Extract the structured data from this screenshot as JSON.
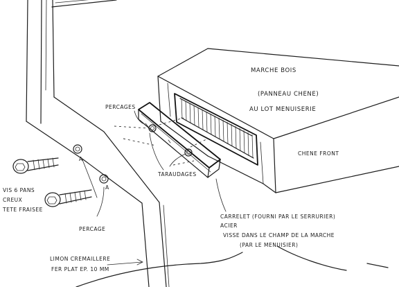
{
  "labels": {
    "step": {
      "line1": "MARCHE BOIS",
      "line2": "(PANNEAU CHENE)",
      "line3": "AU LOT MENUISERIE"
    },
    "front": "CHENE FRONT",
    "drilling_top": "PERCAGES",
    "tapping": "TARAUDAGES",
    "screws": {
      "line1": "VIS 6 PANS",
      "line2": "CREUX",
      "line3": "TETE FRAISEE"
    },
    "drilling_bottom": "PERCAGE",
    "stringer": {
      "line1": "LIMON CREMAILLERE",
      "line2": "FER PLAT EP. 10 MM"
    },
    "bracket": {
      "line1": "CARRELET (FOURNI PAR LE SERRURIER)",
      "line2": "ACIER",
      "line3": "VISSE DANS LE CHAMP DE LA MARCHE",
      "line4": "(PAR LE MENUISIER)"
    },
    "marker_a1": "A",
    "marker_a2": "A"
  },
  "colors": {
    "paper": "#ffffff",
    "ink": "#1c1c1c"
  }
}
